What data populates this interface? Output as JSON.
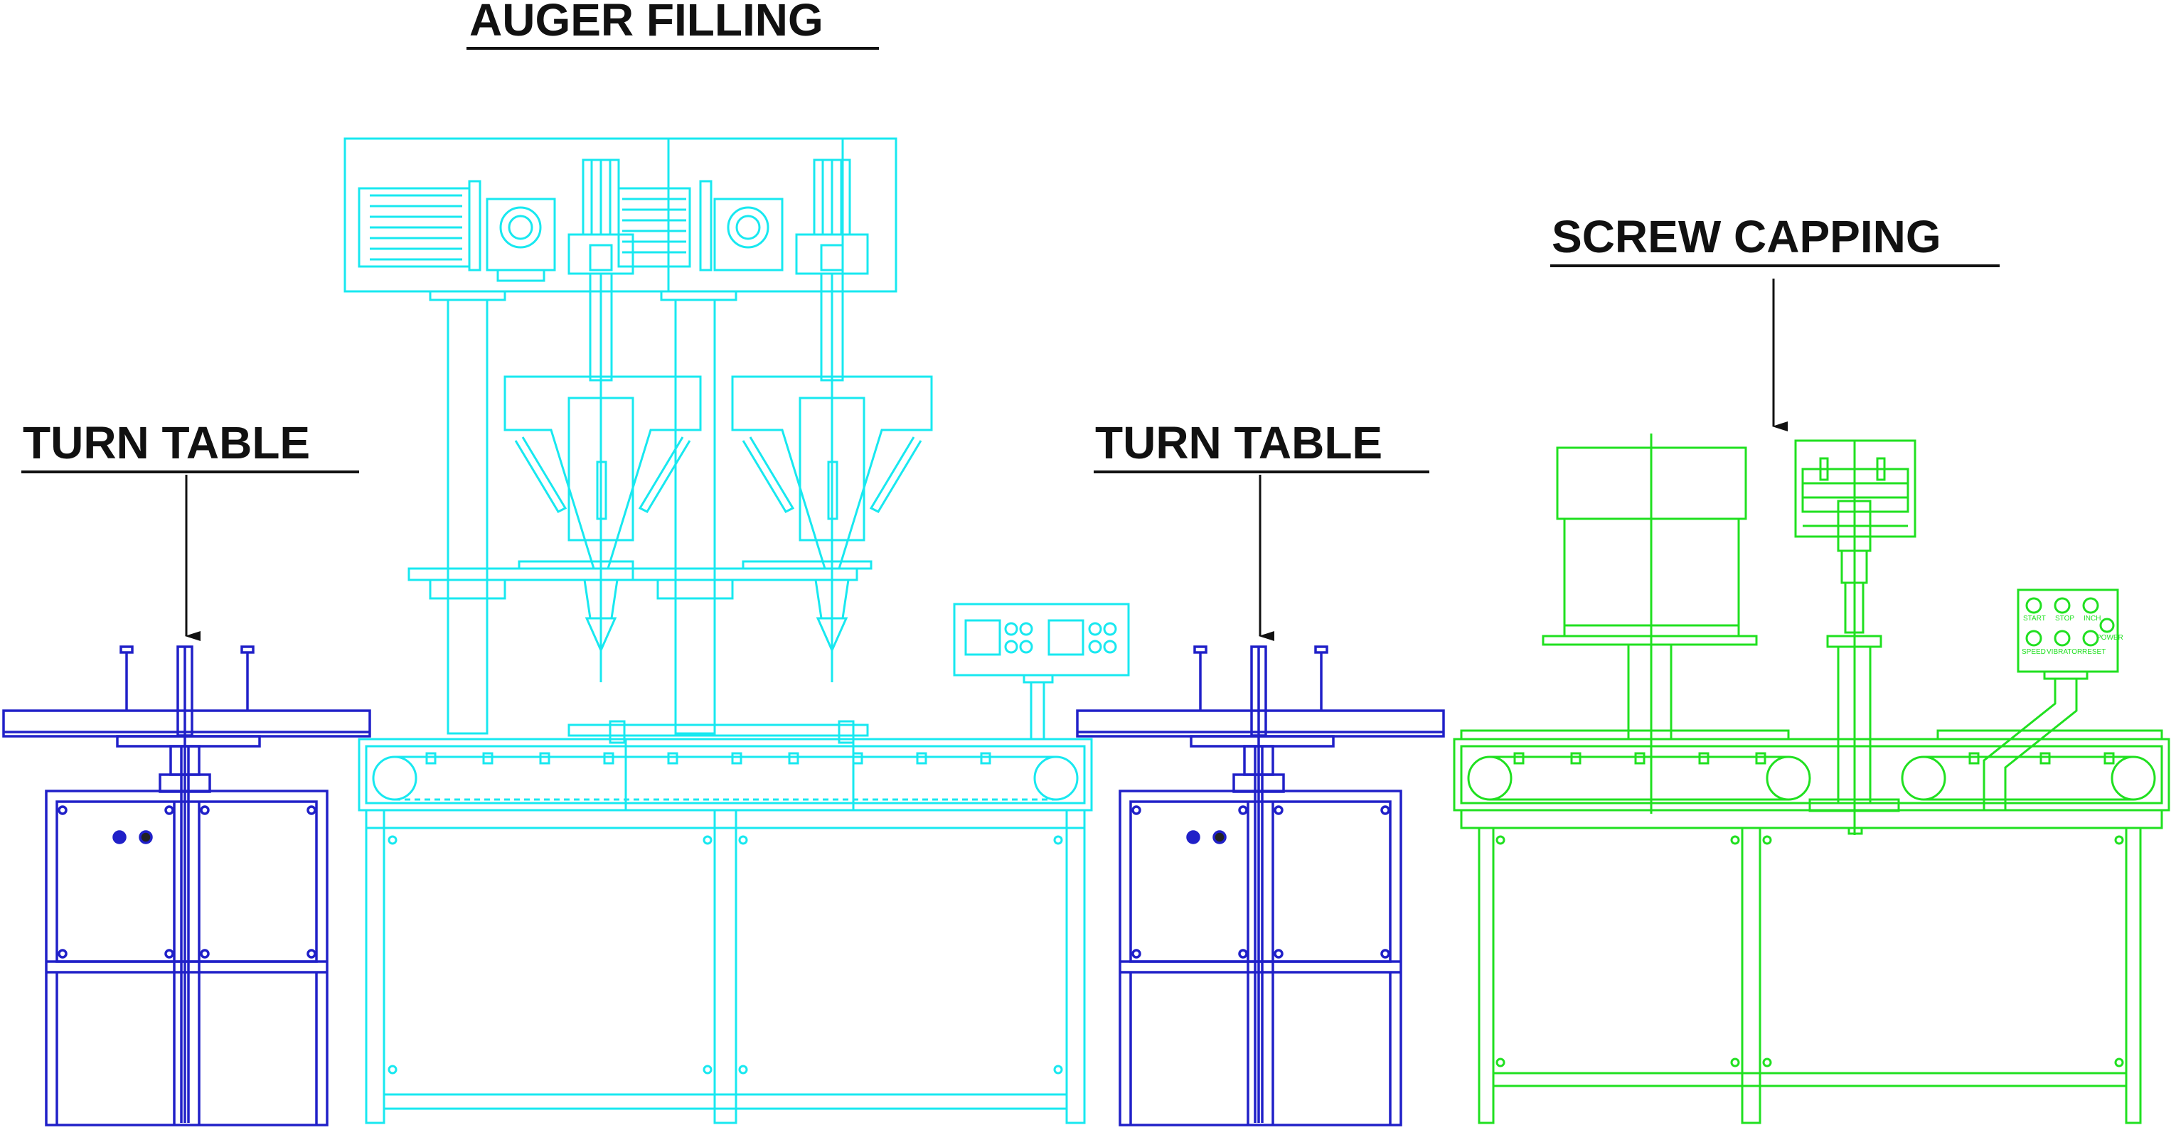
{
  "labels": {
    "auger_filling": "AUGER FILLING",
    "turn_table_left": "TURN TABLE",
    "turn_table_right": "TURN TABLE",
    "screw_capping": "SCREW CAPPING"
  },
  "capping_panel": {
    "top_row": [
      "START",
      "STOP",
      "INCH"
    ],
    "bottom_row": [
      "SPEED",
      "VIBRATOR",
      "RESET"
    ],
    "side": "POWER"
  },
  "colors": {
    "turn_table": "#2020c8",
    "auger_filling": "#18e8f0",
    "screw_capping": "#20e020",
    "labels": "#111111"
  },
  "icons": {
    "arrow": "arrow-down-icon"
  }
}
